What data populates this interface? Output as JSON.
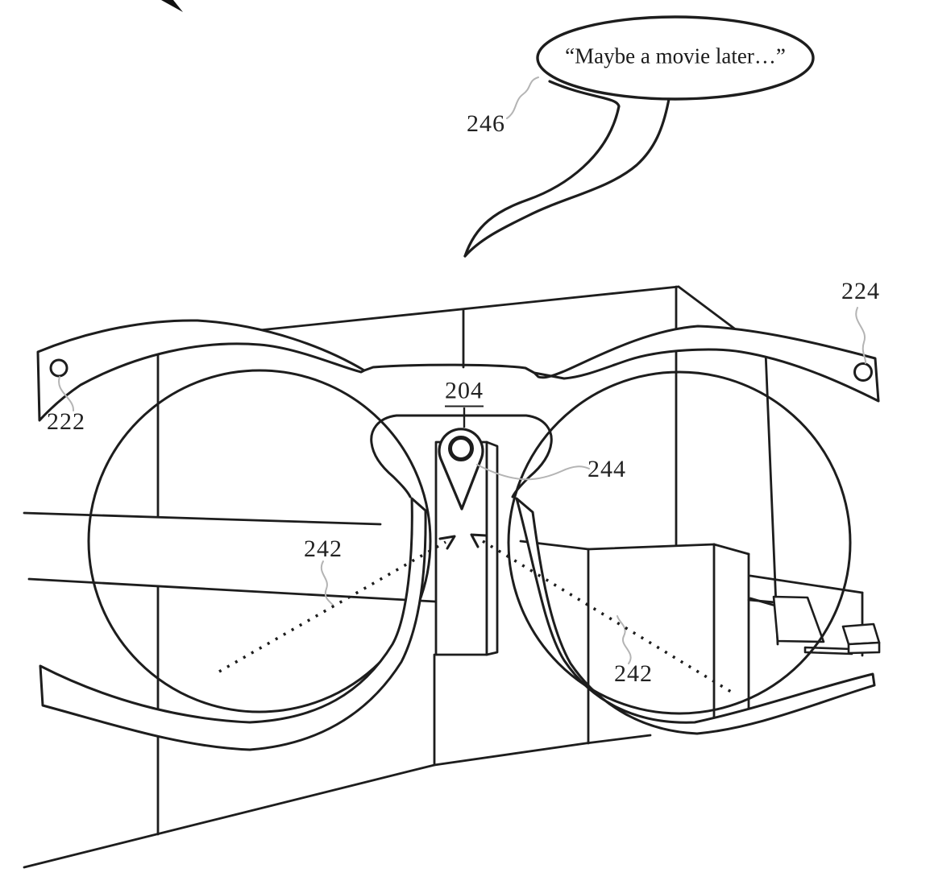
{
  "figure": {
    "type": "patent-line-drawing",
    "speech_bubble": {
      "text": "“Maybe a movie later…”"
    },
    "labels": {
      "bridge_assembly": "204",
      "left_hinge_hole": "222",
      "right_hinge_hole": "224",
      "gaze_ray_left": "242",
      "gaze_ray_right": "242",
      "sensor_pin": "244",
      "utterance": "246"
    },
    "colors": {
      "line": "#1d1d1d",
      "leader_line": "#b4b4b4",
      "background": "#ffffff",
      "text": "#222222"
    }
  }
}
